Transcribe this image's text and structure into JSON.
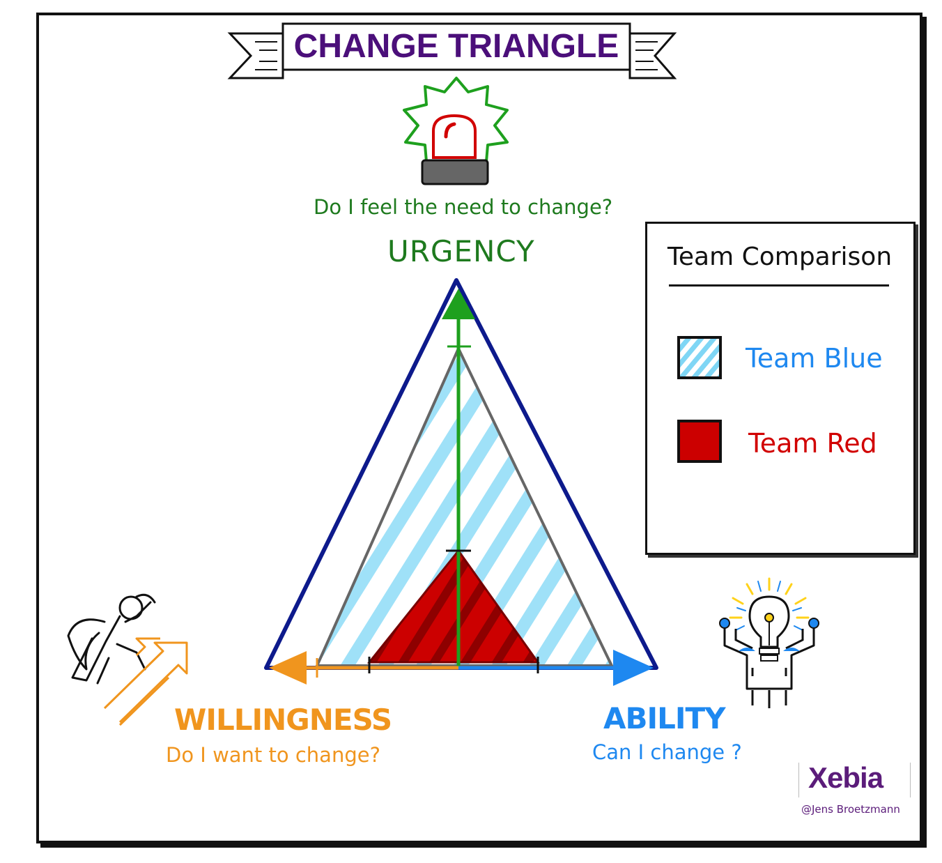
{
  "title": "CHANGE TRIANGLE",
  "axes": {
    "urgency": {
      "label": "URGENCY",
      "question": "Do I feel the need to change?",
      "color": "#1e7a1e",
      "icon": "siren-icon"
    },
    "willingness": {
      "label": "WILLINGNESS",
      "question": "Do I want to change?",
      "color": "#f0951e",
      "icon": "superhero-icon"
    },
    "ability": {
      "label": "ABILITY",
      "question": "Can I change ?",
      "color": "#1e88f0",
      "icon": "lightbulb-icon"
    }
  },
  "legend": {
    "title": "Team Comparison",
    "items": [
      {
        "label": "Team Blue",
        "color": "#7fd6f5",
        "pattern": "hatched"
      },
      {
        "label": "Team Red",
        "color": "#cc0000",
        "pattern": "solid"
      }
    ]
  },
  "outline_color": "#0d1a8c",
  "logo": "Xebia",
  "credit": "@Jens Broetzmann"
}
